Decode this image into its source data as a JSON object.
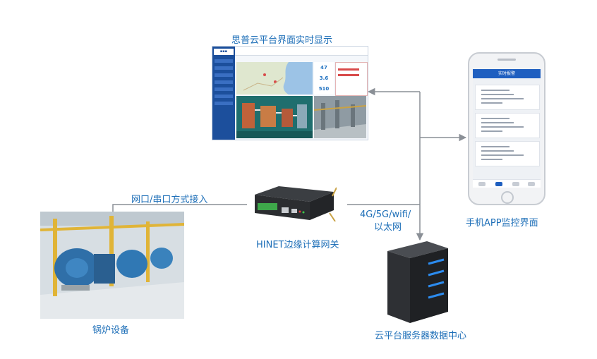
{
  "labels": {
    "cloud_display": "思普云平台界面实时显示",
    "port_access": "网口/串口方式接入",
    "network": "4G/5G/wifi/",
    "network_line2": "以太网",
    "gateway": "HINET边缘计算网关",
    "boiler": "锅炉设备",
    "mobile_app": "手机APP监控界面",
    "data_center": "云平台服务器数据中心"
  },
  "dashboard": {
    "stats": [
      "47",
      "3.6",
      "510"
    ]
  },
  "phone_app": {
    "header": "实时报警"
  },
  "colors": {
    "caption": "#1e6fb8",
    "connector": "#8a8f96",
    "server_led": "#2c8cf0"
  }
}
